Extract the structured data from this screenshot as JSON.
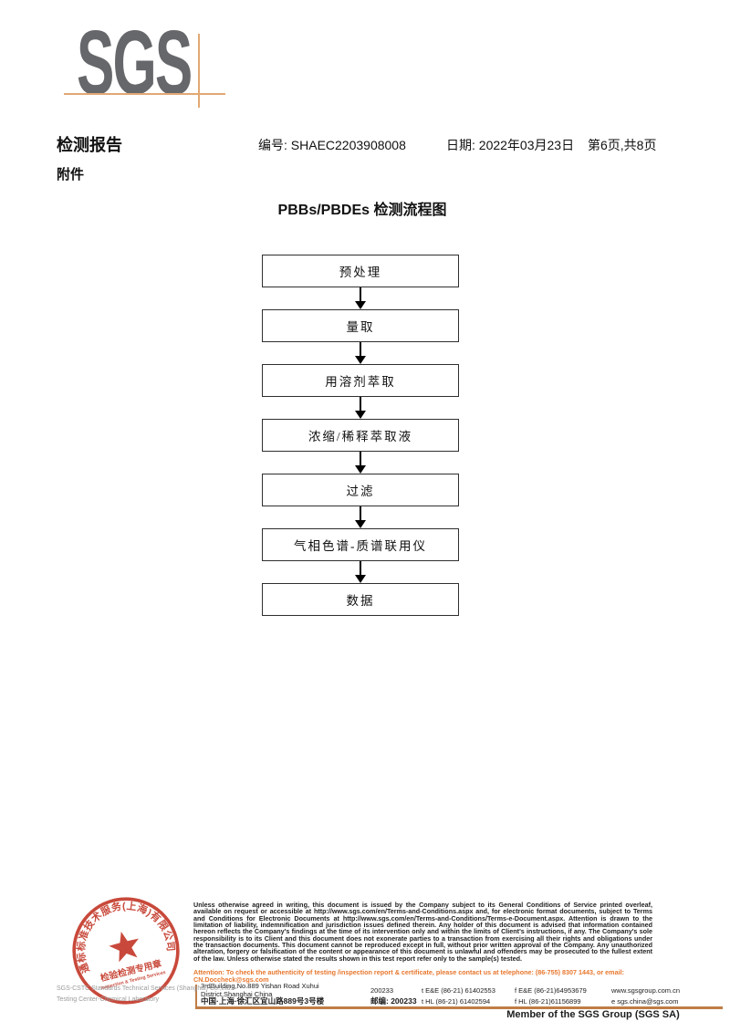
{
  "logo": {
    "text": "SGS"
  },
  "header": {
    "report_title": "检测报告",
    "report_no": "编号: SHAEC2203908008",
    "date": "日期: 2022年03月23日",
    "pages": "第6页,共8页",
    "attachment": "附件"
  },
  "flowchart": {
    "title": "PBBs/PBDEs 检测流程图",
    "steps": [
      "预处理",
      "量取",
      "用溶剂萃取",
      "浓缩/稀释萃取液",
      "过滤",
      "气相色谱-质谱联用仪",
      "数据"
    ]
  },
  "stamp": {
    "ring_text": "通标标准技术服务(上海)有限公司",
    "center_line1": "检验检测专用章",
    "center_line2": "Inspection & Testing Services"
  },
  "company": {
    "line1": "SGS-CSTC Standards Technical Services (Shanghai) Co.,Ltd.",
    "line2": "Testing Center-Chemical Laboratory"
  },
  "footer": {
    "disclaimer": "Unless otherwise agreed in writing, this document is issued by the Company subject to its General Conditions of Service printed overleaf, available on request or accessible at http://www.sgs.com/en/Terms-and-Conditions.aspx and, for electronic format documents, subject to Terms and Conditions for Electronic Documents at http://www.sgs.com/en/Terms-and-Conditions/Terms-e-Document.aspx. Attention is drawn to the limitation of liability, indemnification and jurisdiction issues defined therein. Any holder of this document is advised that information contained hereon reflects the Company's findings at the time of its intervention only and within the limits of Client's instructions, if any. The Company's sole responsibility is to its Client and this document does not exonerate parties to a transaction from exercising all their rights and obligations under the transaction documents. This document cannot be reproduced except in full, without prior written approval of the Company. Any unauthorized alteration, forgery or falsification of the content or appearance of this document is unlawful and offenders may be prosecuted to the fullest extent of the law. Unless otherwise stated the results shown in this test report refer only to the sample(s) tested.",
    "attention": "Attention: To check the authenticity of testing /inspection report & certificate, please contact us at telephone: (86-755) 8307 1443, or email: CN.Doccheck@sgs.com",
    "address_en": "3rdBuilding,No.889 Yishan Road Xuhui District,Shanghai China",
    "postcode_en": "200233",
    "address_cn": "中国·上海·徐汇区宜山路889号3号楼",
    "postcode_cn": "邮编: 200233",
    "tel_en": "t E&E (86-21) 61402553",
    "fax_en": "f E&E (86-21)64953679",
    "website": "www.sgsgroup.com.cn",
    "tel_cn": "t HL (86-21) 61402594",
    "fax_cn": "f HL (86-21)61156899",
    "email": "e  sgs.china@sgs.com",
    "member": "Member of the SGS Group (SGS SA)"
  },
  "colors": {
    "logo_gray": "#66676a",
    "crosshair_tan": "#e2a873",
    "rule_brown": "#c07c45",
    "attention_orange": "#e8772e",
    "stamp_red": "#c43a2b"
  }
}
